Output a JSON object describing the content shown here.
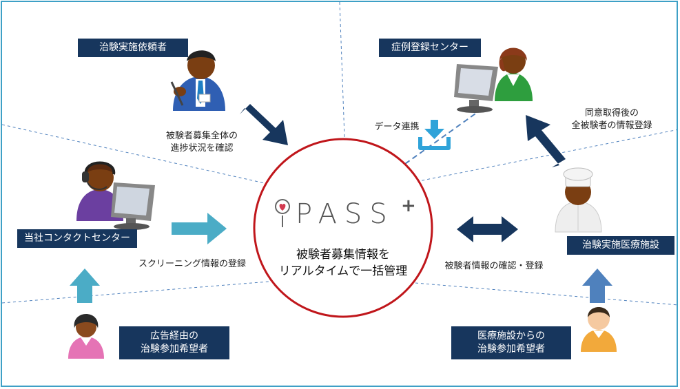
{
  "diagram": {
    "roles": {
      "sponsor": "治験実施依頼者",
      "registration_center": "症例登録センター",
      "contact_center": "当社コンタクトセンター",
      "medical_site": "治験実施医療施設",
      "ad_applicants": [
        "広告経由の",
        "治験参加希望者"
      ],
      "site_applicants": [
        "医療施設からの",
        "治験参加希望者"
      ]
    },
    "flows": {
      "progress_check": [
        "被験者募集全体の",
        "進捗状況を確認"
      ],
      "data_link": "データ連携",
      "consent_registration": [
        "同意取得後の",
        "全被験者の情報登録"
      ],
      "screening_registration": "スクリーニング情報の登録",
      "subject_confirm_register": "被験者情報の確認・登録"
    },
    "center": {
      "logo_text": "PASS",
      "logo_plus": "+",
      "caption": [
        "被験者募集情報を",
        "リアルタイムで一括管理"
      ]
    },
    "colors": {
      "label_bg": "#17365d",
      "circle": "#c0161b",
      "arrow_dark": "#17365d",
      "arrow_teal": "#4bacc6",
      "arrow_blue": "#4f81bd",
      "frame": "#3ea0c6",
      "dash": "#4f81bd"
    },
    "icons": [
      "sponsor-person-icon",
      "operator-headset-icon",
      "registrar-computer-icon",
      "chef-doctor-icon",
      "female-applicant-icon",
      "male-applicant-icon",
      "download-icon"
    ]
  }
}
